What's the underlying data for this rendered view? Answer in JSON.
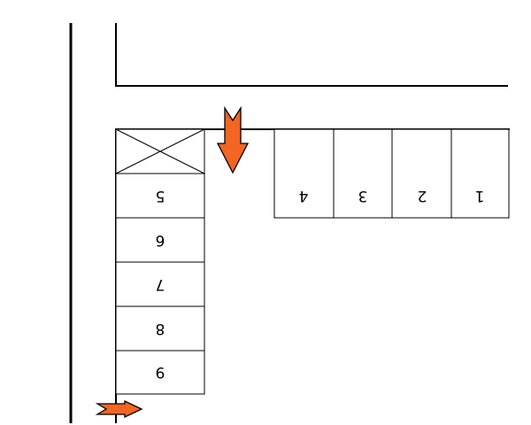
{
  "parking_lot": {
    "top_row_spaces": [
      {
        "label": "1"
      },
      {
        "label": "2"
      },
      {
        "label": "3"
      },
      {
        "label": "4"
      }
    ],
    "side_column_spaces": [
      {
        "label": "5"
      },
      {
        "label": "6"
      },
      {
        "label": "7"
      },
      {
        "label": "8"
      },
      {
        "label": "9"
      }
    ],
    "blocked_space_marking": "x-cross",
    "spaces_orientation": "upside-down",
    "entrance_arrow": {
      "direction": "down",
      "color": "#f26522"
    },
    "exit_arrow": {
      "direction": "right",
      "color": "#f26522"
    }
  }
}
